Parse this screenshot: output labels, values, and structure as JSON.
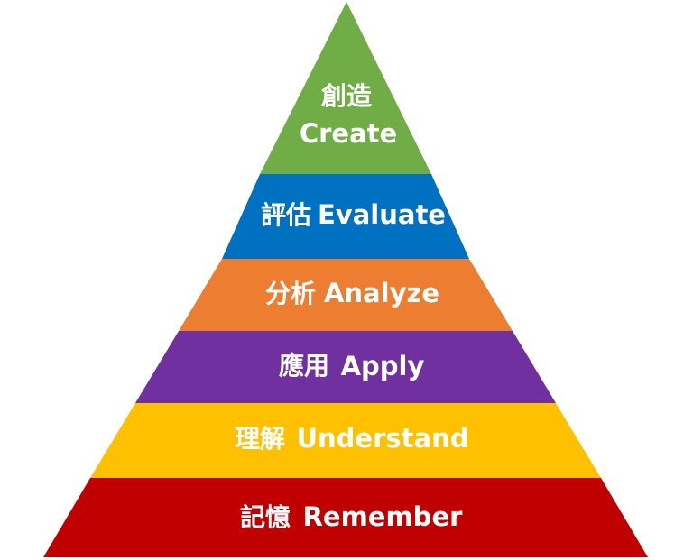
{
  "pyramid": {
    "levels": [
      {
        "zh": "創造",
        "en": "Create",
        "color": "#70ad47"
      },
      {
        "zh": "評估",
        "en": "Evaluate",
        "color": "#0070c0"
      },
      {
        "zh": "分析",
        "en": "Analyze",
        "color": "#ed7d31"
      },
      {
        "zh": "應用",
        "en": "Apply",
        "color": "#7030a0"
      },
      {
        "zh": "理解",
        "en": "Understand",
        "color": "#ffc000"
      },
      {
        "zh": "記憶",
        "en": "Remember",
        "color": "#c00000"
      }
    ]
  }
}
